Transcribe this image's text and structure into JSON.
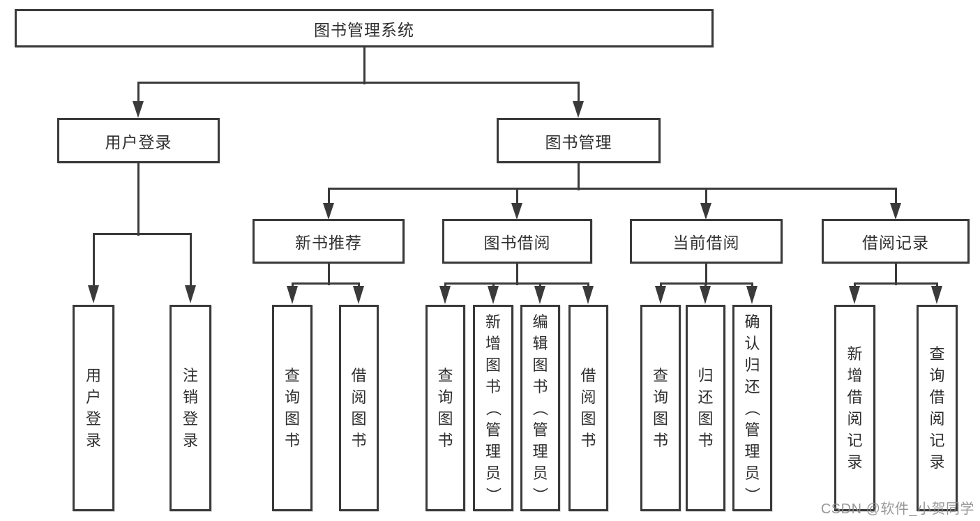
{
  "tree": {
    "root": {
      "label": "图书管理系统"
    },
    "user_login": {
      "label": "用户登录",
      "children": [
        "用户登录",
        "注销登录"
      ]
    },
    "book_mgmt": {
      "label": "图书管理",
      "sections": [
        {
          "label": "新书推荐",
          "children": [
            "查询图书",
            "借阅图书"
          ]
        },
        {
          "label": "图书借阅",
          "children": [
            "查询图书",
            "新增图书（管理员）",
            "编辑图书（管理员）",
            "借阅图书"
          ]
        },
        {
          "label": "当前借阅",
          "children": [
            "查询图书",
            "归还图书",
            "确认归还（管理员）"
          ]
        },
        {
          "label": "借阅记录",
          "children": [
            "新增借阅记录",
            "查询借阅记录"
          ]
        }
      ]
    }
  },
  "watermark": {
    "text": "CSDN @软件_小贺同学"
  },
  "colors": {
    "line": "#3a3a3a",
    "text": "#2e2e2e",
    "watermark": "#8c8c8c",
    "background": "#ffffff"
  }
}
